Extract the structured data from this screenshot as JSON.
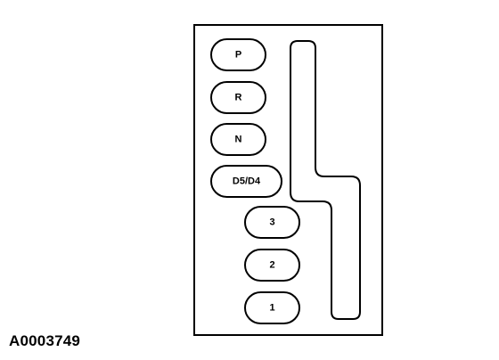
{
  "figure_id": "A0003749",
  "positions": [
    {
      "key": "p",
      "label": "P"
    },
    {
      "key": "r",
      "label": "R"
    },
    {
      "key": "n",
      "label": "N"
    },
    {
      "key": "d5d4",
      "label": "D5/D4"
    },
    {
      "key": "3",
      "label": "3"
    },
    {
      "key": "2",
      "label": "2"
    },
    {
      "key": "1",
      "label": "1"
    }
  ],
  "colors": {
    "line": "#000000",
    "background": "#ffffff"
  }
}
